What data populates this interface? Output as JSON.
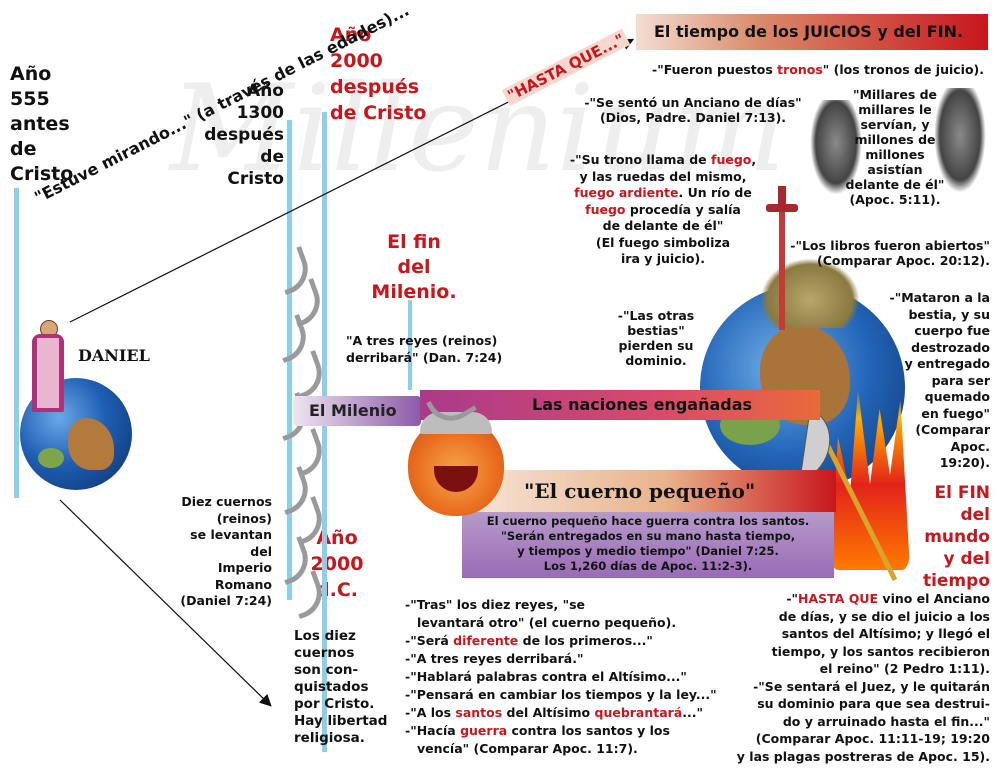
{
  "header": {
    "title": "El tiempo de los JUICIOS y del FIN."
  },
  "timeline": {
    "year555": [
      "Año",
      "555",
      "antes",
      "de",
      "Cristo"
    ],
    "year1300": [
      "Año",
      "1300",
      "después",
      "de",
      "Cristo"
    ],
    "year2000_top": [
      "Año",
      "2000",
      "después",
      "de Cristo"
    ],
    "year2000_mid": [
      "Año",
      "2000",
      "d.C."
    ],
    "fin_milenio": [
      "El fin",
      "del",
      "Milenio."
    ],
    "fin_mundo": [
      "El FIN",
      "del",
      "mundo",
      "y del",
      "tiempo"
    ]
  },
  "daniel": {
    "label": "DANIEL"
  },
  "arrow_text": {
    "mirando": "\"Estuve mirando...\" (a través de las edades)...",
    "hasta_que": "\"HASTA QUE...\""
  },
  "bars": {
    "milenio": "El Milenio",
    "naciones": "Las naciones engañadas",
    "cuerno": "\"El cuerno pequeño\""
  },
  "quotes": {
    "tronos_a": "-\"Fueron puestos ",
    "tronos_b": "tronos",
    "tronos_c": "\" (los tronos de juicio).",
    "anciano": [
      "-\"Se sentó un Anciano de días\"",
      "(Dios, Padre. Daniel 7:13)."
    ],
    "millares": [
      "\"Millares de",
      "millares le",
      "servían, y",
      "millones de",
      "millones",
      "asistían",
      "delante de él\"",
      "(Apoc. 5:11)."
    ],
    "trono_fuego": {
      "l1a": "-\"Su trono llama de ",
      "l1b": "fuego",
      "l1c": ",",
      "l2": "y las ruedas del mismo,",
      "l3a": "fuego ardiente",
      "l3b": ". Un río de",
      "l4a": "fuego",
      "l4b": " procedía y salía",
      "l5": "de delante de él\"",
      "l6": "(El fuego simboliza",
      "l7": "ira y juicio)."
    },
    "libros": [
      "-\"Los libros fueron abiertos\"",
      "(Comparar Apoc. 20:12)."
    ],
    "otras_bestias": [
      "-\"Las otras",
      "bestias\"",
      "pierden su",
      "dominio."
    ],
    "mataron": [
      "-\"Mataron a la",
      "bestia, y su",
      "cuerpo fue",
      "destrozado",
      "y entregado",
      "para ser",
      "quemado",
      "en fuego\"",
      "(Comparar",
      "Apoc.",
      "19:20)."
    ],
    "tres_reyes": [
      "\"A tres reyes (reinos)",
      "derribará\" (Dan. 7:24)"
    ],
    "diez_cuernos": [
      "Diez cuernos",
      "(reinos)",
      "se levantan",
      "del",
      "Imperio",
      "Romano",
      "(Daniel 7:24)"
    ],
    "conquistados": [
      "Los diez",
      "cuernos",
      "son con-",
      "quistados",
      "por Cristo.",
      "Hay libertad",
      "religiosa."
    ],
    "cuerno_box": [
      "El cuerno pequeño hace guerra contra los santos.",
      "\"Serán entregados en su mano hasta tiempo,",
      "y tiempos y medio tiempo\" (Daniel 7:25.",
      "Los 1,260 días de Apoc. 11:2-3)."
    ],
    "tras": {
      "l1": "-\"Tras\" los diez reyes, \"se",
      "l2": "levantará otro\" (el cuerno pequeño).",
      "l3a": "-\"Será ",
      "l3b": "diferente",
      "l3c": " de los primeros...\"",
      "l4": "-\"A tres reyes derribará.\"",
      "l5": "-\"Hablará palabras contra el Altísimo...\"",
      "l6": "-\"Pensará en cambiar los tiempos y la ley...\"",
      "l7a": "-\"A los ",
      "l7b": "santos",
      "l7c": " del Altísimo ",
      "l7d": "quebrantará",
      "l7e": "...\"",
      "l8a": "-\"Hacía ",
      "l8b": "guerra",
      "l8c": " contra los santos y los",
      "l9": "vencía\" (Comparar Apoc. 11:7)."
    },
    "hasta_que_final": {
      "l1a": "-\"",
      "l1b": "HASTA QUE",
      "l1c": " vino el Anciano",
      "l2": "de días, y se dio el juicio a los",
      "l3": "santos del Altísimo; y llegó el",
      "l4": "tiempo, y los santos recibieron",
      "l5": "el reino\" (2 Pedro 1:11).",
      "l6": "-\"Se sentará el Juez, y le quitarán",
      "l7": "su dominio para que sea destrui-",
      "l8": "do y arruinado hasta el fin...\"",
      "l9": "(Comparar Apoc. 11:11-19; 19:20",
      "l10": "y las plagas postreras de Apoc. 15)."
    }
  },
  "icons": [
    "daniel-figure",
    "earth-globe",
    "angel-figure",
    "sword-icon",
    "beast-figure",
    "horn-icon",
    "flames",
    "little-horn-face",
    "axe-icon"
  ]
}
